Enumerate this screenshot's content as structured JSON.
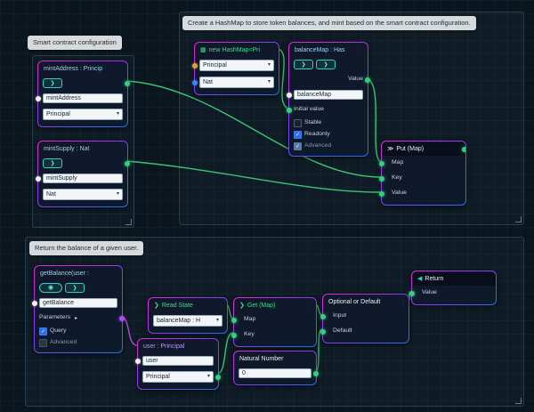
{
  "comments": {
    "hashmap": "Create a HashMap to store token balances, and mint based on the smart contract configuration.",
    "config": "Smart contract configuration",
    "balance": "Return the balance of a given user."
  },
  "nodes": {
    "mintAddress": {
      "title": "mintAddress : Princip",
      "run_button": "❯",
      "name_value": "mintAddress",
      "type_value": "Principal"
    },
    "mintSupply": {
      "title": "mintSupply : Nat",
      "run_button": "❯",
      "name_value": "mintSupply",
      "type_value": "Nat"
    },
    "newHashMap": {
      "icon": "▦",
      "title": "new HashMap<Pri",
      "key_type": "Principal",
      "value_type": "Nat"
    },
    "balanceMap": {
      "title": "balanceMap : Has",
      "button_a": "❯",
      "button_b": "❯",
      "value_label": "Value",
      "name_value": "balanceMap",
      "initial_label": "Initial value",
      "options": [
        {
          "label": "Stable",
          "checked": false
        },
        {
          "label": "Readonly",
          "checked": true
        },
        {
          "label": "Advanced",
          "checked": true
        }
      ]
    },
    "put": {
      "icon": "≫",
      "title": "Put (Map)",
      "inputs": [
        "Map",
        "Key",
        "Value"
      ]
    },
    "getBalance": {
      "title": "getBalance(user :",
      "target_button": "◉",
      "run_button": "❯",
      "name_value": "getBalance",
      "params_label": "Parameters",
      "params_caret": "▸",
      "options": [
        {
          "label": "Query",
          "checked": true
        },
        {
          "label": "Advanced",
          "checked": false
        }
      ]
    },
    "readState": {
      "icon": "❯",
      "title": "Read State",
      "select_value": "balanceMap : H"
    },
    "user": {
      "title": "user : Principal",
      "name_value": "user",
      "type_value": "Principal"
    },
    "getMap": {
      "icon": "❯",
      "title": "Get (Map)",
      "inputs": [
        "Map",
        "Key"
      ]
    },
    "naturalNumber": {
      "title": "Natural Number",
      "value": "0"
    },
    "optional": {
      "title": "Optional or Default",
      "inputs": [
        "Input",
        "Default"
      ]
    },
    "return": {
      "icon": "◀",
      "title": "Return",
      "input_label": "Value"
    }
  },
  "colors": {
    "wire_green": "#3ed47c",
    "wire_purple": "#c44df0",
    "accent_teal": "#2dd4bf",
    "header_cyan": "#8fd8f2",
    "header_green": "#41d98d",
    "header_violet": "#b49af8",
    "node_border_magenta": "#e12bd4",
    "node_border_blue": "#2d6fe8"
  }
}
